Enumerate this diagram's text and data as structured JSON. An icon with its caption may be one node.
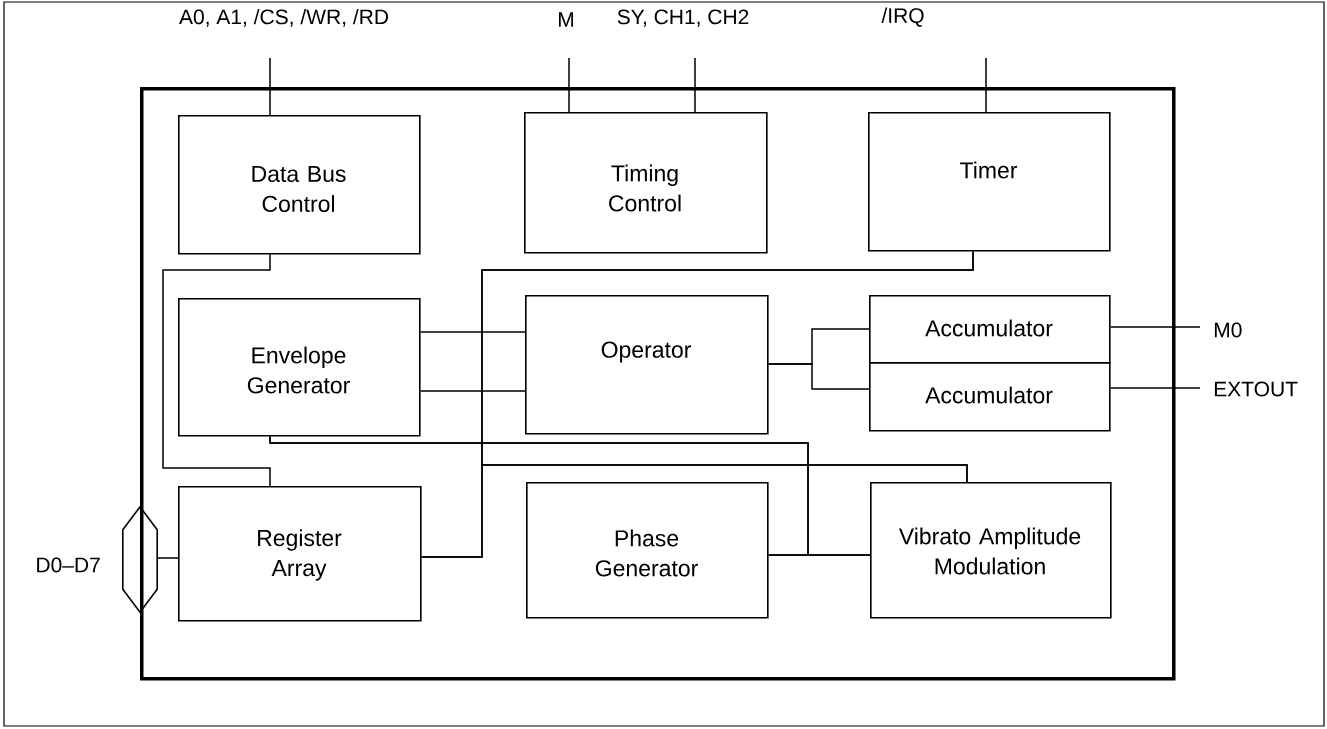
{
  "diagram": {
    "nodes": [
      {
        "text": [
          "A0, A1, /CS, /WR, /RD"
        ]
      },
      {
        "text": [
          "M"
        ]
      },
      {
        "text": [
          "SY, CH1, CH2"
        ]
      },
      {
        "text": [
          "/IRQ"
        ]
      },
      {
        "text": [],
        "shape": "box"
      },
      {
        "text": [
          "Data Bus Control"
        ],
        "in": 4
      },
      {
        "text": [
          "Timing Control"
        ],
        "in": 4
      },
      {
        "text": [
          "Timer"
        ],
        "in": 4
      },
      {
        "text": [
          "Envelope Generator"
        ],
        "in": 4
      },
      {
        "text": [
          "Operator"
        ],
        "in": 4
      },
      {
        "text": [
          "Accumulator"
        ],
        "in": 4
      },
      {
        "text": [
          "Accumulator"
        ],
        "in": 4
      },
      {
        "text": [
          "M0"
        ]
      },
      {
        "text": [
          "EXTOUT"
        ]
      },
      {
        "text": [],
        "shape": "hexagon",
        "beside": [
          "D0–D7"
        ]
      },
      {
        "text": [
          "Register Array"
        ],
        "in": 4
      },
      {
        "text": [
          "Phase Generator"
        ],
        "in": 4
      },
      {
        "text": [
          "Vibrato Amplitude Modulation"
        ],
        "in": 4
      }
    ],
    "edges": [
      {
        "from": 0,
        "to": 5,
        "arrow": "none"
      },
      {
        "from": 1,
        "to": 6,
        "arrow": "none"
      },
      {
        "from": 2,
        "to": 6,
        "arrow": "none"
      },
      {
        "from": 3,
        "to": 7,
        "arrow": "none"
      },
      {
        "from": 5,
        "to": 15,
        "arrow": "none"
      },
      {
        "from": 7,
        "to": 15,
        "arrow": "none"
      },
      {
        "from": 17,
        "to": 15,
        "arrow": "none"
      },
      {
        "from": 17,
        "to": 7,
        "arrow": "none"
      },
      {
        "from": 8,
        "to": 9,
        "arrow": "none"
      },
      {
        "from": 8,
        "to": 9,
        "arrow": "none"
      },
      {
        "from": 9,
        "to": 10,
        "arrow": "none"
      },
      {
        "from": 9,
        "to": 11,
        "arrow": "none"
      },
      {
        "from": 10,
        "to": 12,
        "arrow": "none"
      },
      {
        "from": 11,
        "to": 13,
        "arrow": "none"
      },
      {
        "from": 8,
        "to": 16,
        "arrow": "none"
      },
      {
        "from": 8,
        "to": 17,
        "arrow": "none"
      },
      {
        "from": 16,
        "to": 17,
        "arrow": "none"
      },
      {
        "from": 14,
        "to": 15,
        "arrow": "none"
      }
    ]
  }
}
